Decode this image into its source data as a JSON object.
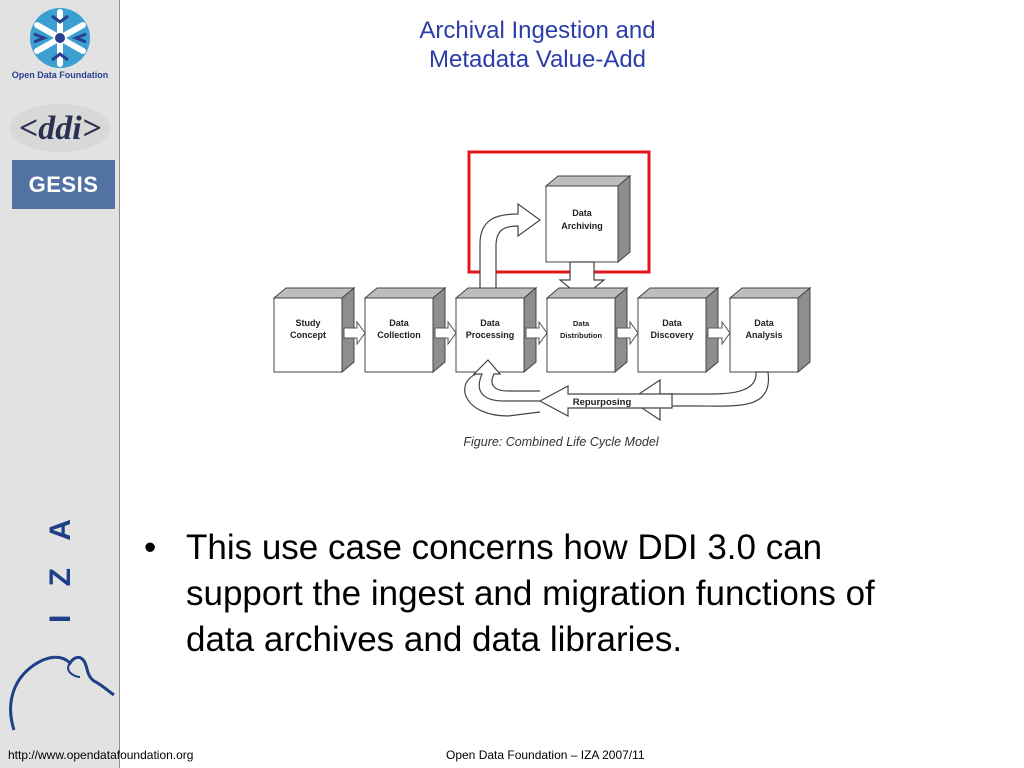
{
  "sidebar": {
    "odf_logo_text": "Open Data Foundation",
    "ddi_logo_text": "<ddi>",
    "gesis_logo_text": "GESIS",
    "iza_logo_text": "I Z A"
  },
  "title": {
    "line1": "Archival Ingestion and",
    "line2": "Metadata Value-Add"
  },
  "diagram": {
    "highlight_color": "#e3161c",
    "stages": [
      {
        "line1": "Study",
        "line2": "Concept"
      },
      {
        "line1": "Data",
        "line2": "Collection"
      },
      {
        "line1": "Data",
        "line2": "Processing"
      },
      {
        "line1": "Data",
        "line2": "Distribution"
      },
      {
        "line1": "Data",
        "line2": "Discovery"
      },
      {
        "line1": "Data",
        "line2": "Analysis"
      }
    ],
    "archiving": {
      "line1": "Data",
      "line2": "Archiving"
    },
    "repurposing": "Repurposing",
    "caption": "Figure: Combined Life Cycle Model"
  },
  "bullets": [
    {
      "symbol": "•",
      "line1": "This use case concerns how DDI 3.0 can",
      "line2": "support the ingest and migration functions of",
      "line3": "data archives and data libraries."
    }
  ],
  "footer": {
    "url": "http://www.opendatafoundation.org",
    "center": "Open Data Foundation – IZA 2007/11"
  }
}
